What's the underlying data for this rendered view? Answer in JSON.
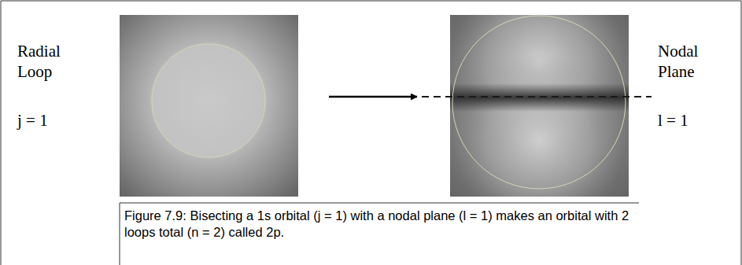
{
  "diagram": {
    "caption": "Figure 7.9: Bisecting a 1s orbital (j = 1) with a nodal plane (l = 1) makes an orbital with 2 loops total (n = 2) called 2p.",
    "labels": [
      "Radial Loop",
      "j = 1",
      "Nodal Plane",
      "l = 1"
    ]
  }
}
